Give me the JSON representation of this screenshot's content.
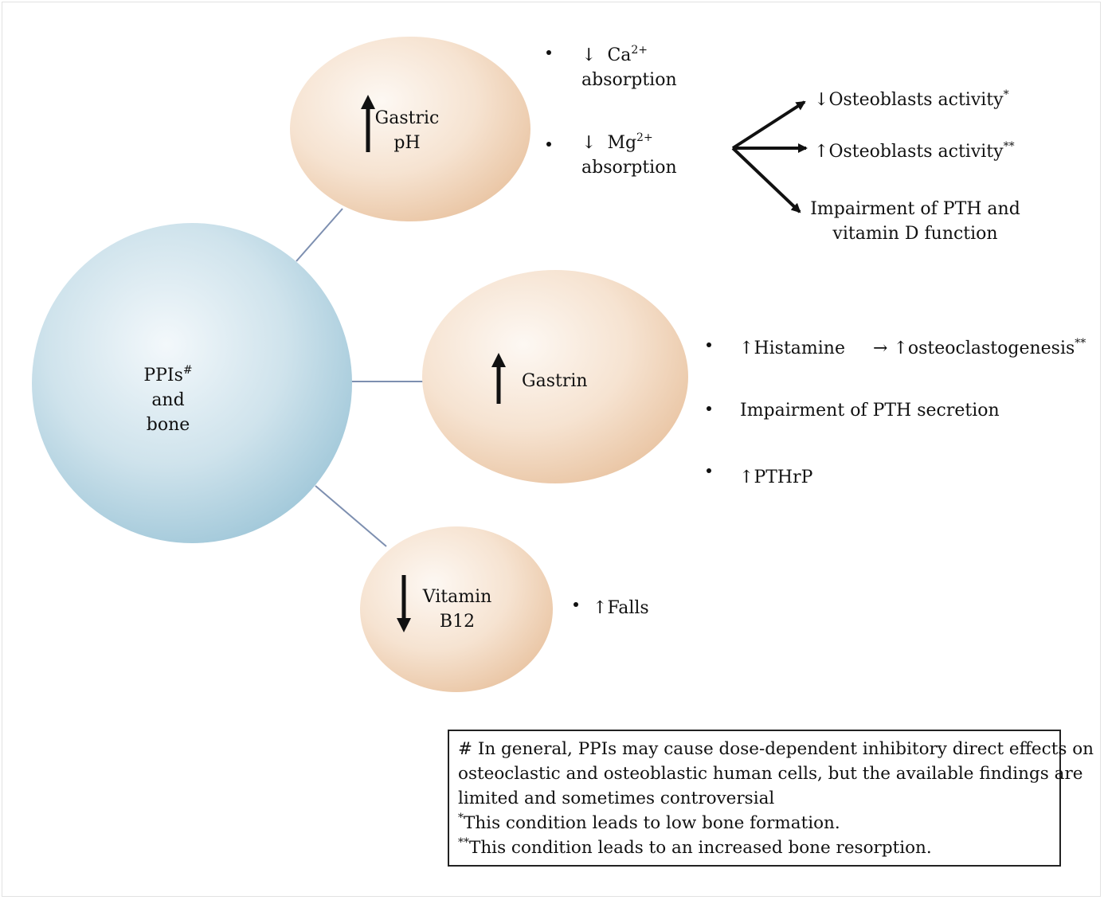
{
  "center_node": {
    "line1": "PPIs",
    "line1_sup": "#",
    "line2": "and",
    "line3": "bone"
  },
  "nodes": {
    "gastric_ph": {
      "line1": "Gastric",
      "line2": "pH",
      "arrow": "up"
    },
    "gastrin": {
      "label": "Gastrin",
      "arrow": "up"
    },
    "vitamin_b12": {
      "line1": "Vitamin",
      "line2": "B12",
      "arrow": "down"
    }
  },
  "gastric_ph_effects": [
    {
      "arrow": "↓",
      "ion": "Ca",
      "ion_sup": "2+",
      "line2": "absorption"
    },
    {
      "arrow": "↓",
      "ion": "Mg",
      "ion_sup": "2+",
      "line2": "absorption"
    }
  ],
  "mineral_outcomes": [
    {
      "arrow": "↓",
      "text": "Osteoblasts activity",
      "sup": "*"
    },
    {
      "arrow": "↑",
      "text": "Osteoblasts activity",
      "sup": "**"
    },
    {
      "line1": "Impairment of PTH and",
      "line2": "vitamin D function"
    }
  ],
  "gastrin_effects": [
    {
      "arrow": "↑",
      "text": "Histamine",
      "then_arrow": "→",
      "then_up": "↑",
      "then_text": "osteoclastogenesis",
      "then_sup": "**"
    },
    {
      "text": "Impairment of PTH secretion"
    },
    {
      "arrow": "↑",
      "text": "PTHrP"
    }
  ],
  "b12_effects": [
    {
      "arrow": "↑",
      "text": "Falls"
    }
  ],
  "footnote": {
    "line1": "# In general, PPIs may cause dose-dependent inhibitory direct effects on",
    "line2": "osteoclastic and osteoblastic human cells, but the available findings are",
    "line3": "limited and sometimes controversial",
    "line4_sup": "*",
    "line4": "This condition leads to low bone formation.",
    "line5_sup": "**",
    "line5": "This condition leads to an increased bone resorption."
  },
  "colors": {
    "center_fill": "#a9cedd",
    "node_fill": "#efcfb2",
    "connector": "#7d8fb0",
    "text": "#111111"
  }
}
